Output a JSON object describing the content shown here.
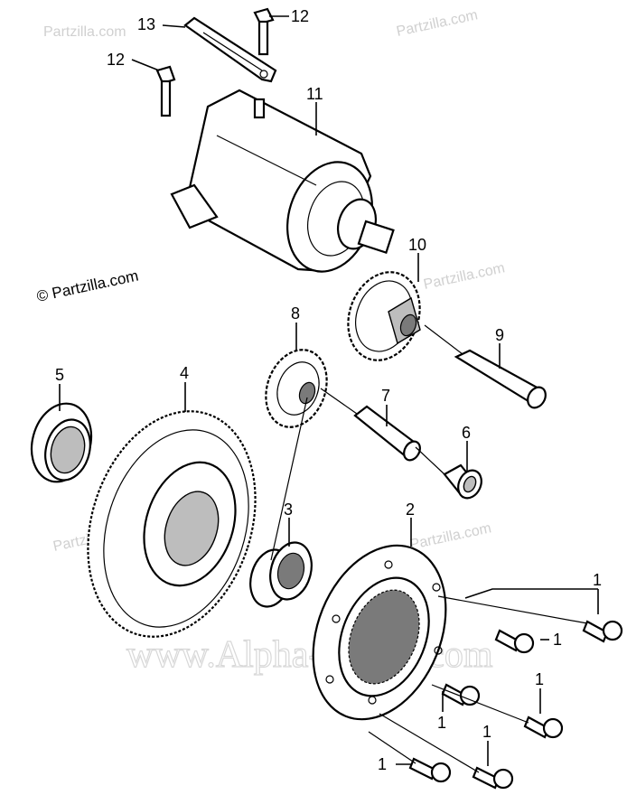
{
  "copyright": "© Partzilla.com",
  "watermark_brand": "Partzilla.com",
  "watermark_site": "www.Alpha-Sports.com",
  "callouts": [
    {
      "id": "c13",
      "label": "13"
    },
    {
      "id": "c12a",
      "label": "12"
    },
    {
      "id": "c12b",
      "label": "12"
    },
    {
      "id": "c11",
      "label": "11"
    },
    {
      "id": "c10",
      "label": "10"
    },
    {
      "id": "c9",
      "label": "9"
    },
    {
      "id": "c8",
      "label": "8"
    },
    {
      "id": "c7",
      "label": "7"
    },
    {
      "id": "c6",
      "label": "6"
    },
    {
      "id": "c5",
      "label": "5"
    },
    {
      "id": "c4",
      "label": "4"
    },
    {
      "id": "c3",
      "label": "3"
    },
    {
      "id": "c2",
      "label": "2"
    },
    {
      "id": "c1a",
      "label": "1"
    },
    {
      "id": "c1b",
      "label": "1"
    },
    {
      "id": "c1c",
      "label": "1"
    },
    {
      "id": "c1d",
      "label": "1"
    },
    {
      "id": "c1e",
      "label": "1"
    },
    {
      "id": "c1f",
      "label": "1"
    }
  ]
}
